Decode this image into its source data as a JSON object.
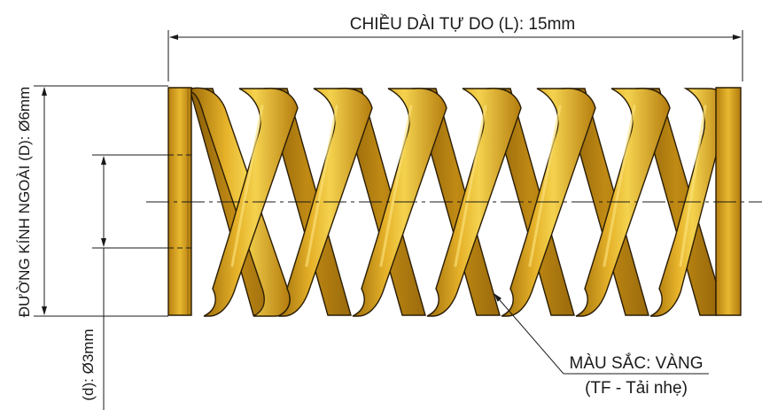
{
  "diagram": {
    "free_length_label": "CHIỀU DÀI TỰ DO (L): 15mm",
    "outer_diameter_label": "ĐƯỜNG KÍNH NGOÀI (D): Ø6mm",
    "inner_diameter_label": "(d): Ø3mm",
    "color_label": "MÀU SẮC: VÀNG",
    "load_type_label": "(TF - Tải nhẹ)"
  },
  "colors": {
    "spring_fill": "#d9a21a",
    "spring_highlight": "#f2cf4a",
    "spring_shadow": "#a06f0a",
    "spring_outline": "#2a1d05",
    "dimension_line": "#1a1a1a"
  }
}
